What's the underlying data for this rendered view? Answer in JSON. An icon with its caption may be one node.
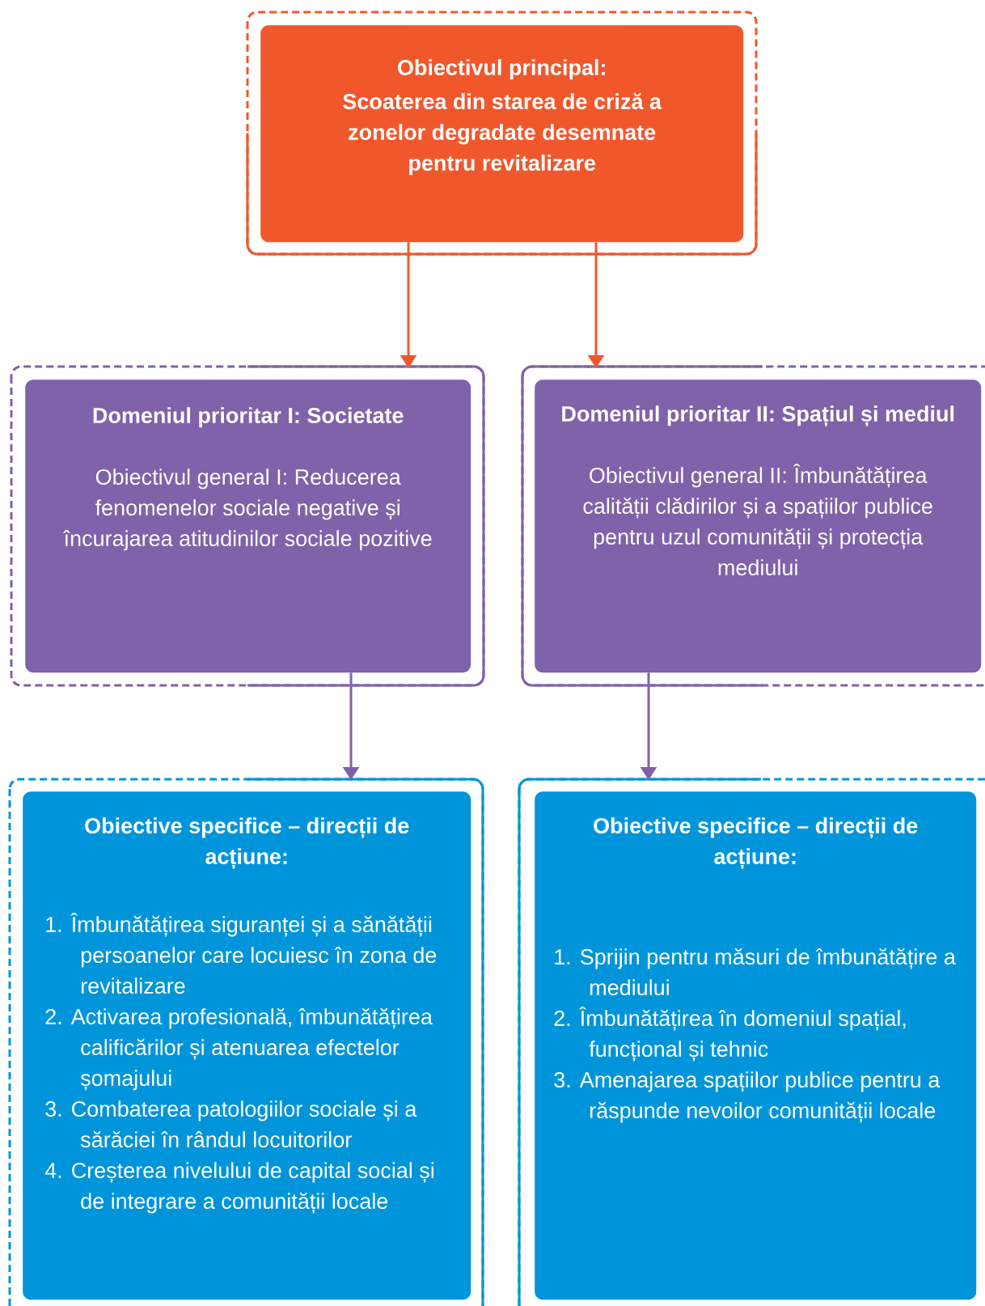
{
  "diagram": {
    "nodes": [
      {
        "text": [
          "Obiectivul principal:",
          "Scoaterea din starea de criză a zonelor degradate desemnate pentru revitalizare"
        ]
      },
      {
        "text": [
          "Domeniul prioritar I: Societate",
          "Obiectivul general I: Reducerea fenomenelor sociale negative și încurajarea atitudinilor sociale pozitive"
        ]
      },
      {
        "text": [
          "Domeniul prioritar II: Spațiul și mediul",
          "Obiectivul general II: Îmbunătățirea calității clădirilor și a spațiilor publice pentru uzul comunității și protecția mediului"
        ]
      },
      {
        "text": [
          "Obiective specifice – direcții de acțiune:",
          "1. Îmbunătățirea siguranței și a sănătății persoanelor care locuiesc în zona de revitalizare",
          "2. Activarea profesională, îmbunătățirea calificărilor și atenuarea efectelor șomajului",
          "3. Combaterea patologiilor sociale și a sărăciei în rândul locuitorilor",
          "4. Creșterea nivelului de capital social și de integrare a comunității locale"
        ]
      },
      {
        "text": [
          "Obiective specifice – direcții de acțiune:",
          "1. Sprijin pentru măsuri de îmbunătățire a mediului",
          "2. Îmbunătățirea în domeniul spațial, funcțional și tehnic",
          "3. Amenajarea spațiilor publice pentru a răspunde nevoilor comunității locale"
        ]
      }
    ],
    "edges": [
      {
        "from": 0,
        "to": 1,
        "arrow": "to",
        "color": "#f0582c"
      },
      {
        "from": 0,
        "to": 2,
        "arrow": "to",
        "color": "#f0582c"
      },
      {
        "from": 1,
        "to": 3,
        "arrow": "to",
        "color": "#7f62a9"
      },
      {
        "from": 2,
        "to": 4,
        "arrow": "to",
        "color": "#7f62a9"
      }
    ]
  }
}
